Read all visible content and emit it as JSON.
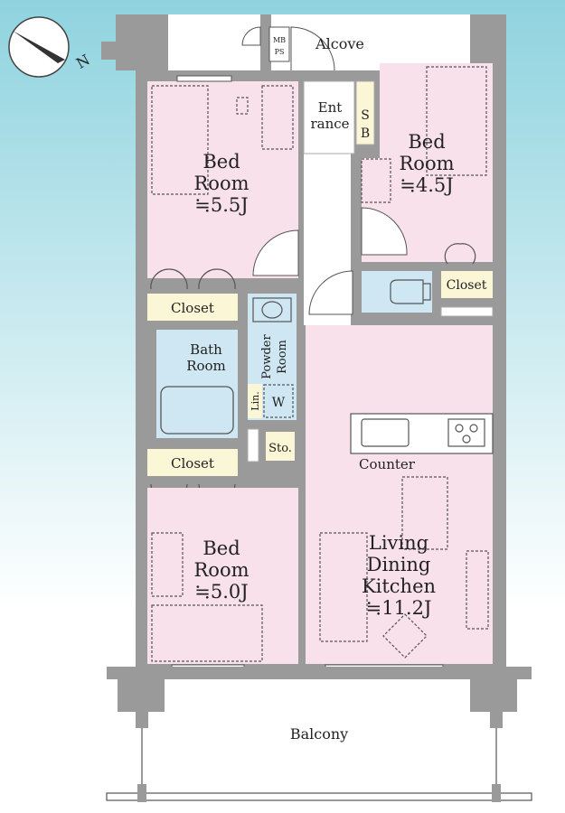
{
  "colors": {
    "background_top": "#8fd3df",
    "background_bottom": "#ffffff",
    "wall": "#9a9a9a",
    "room": "#f9e1ec",
    "wet_area": "#cfe6f3",
    "storage": "#fbf6d5",
    "corridor": "#ffffff"
  },
  "icons": {
    "compass": "north-arrow-icon"
  },
  "compass_letter": "N",
  "rooms": {
    "alcove": "Alcove",
    "mb_ps_1": "MB",
    "mb_ps_2": "PS",
    "entrance_1": "Ent",
    "entrance_2": "rance",
    "sb_1": "S",
    "sb_2": "B",
    "bed1_name_1": "Bed",
    "bed1_name_2": "Room",
    "bed1_size": "≒5.5J",
    "bed2_name_1": "Bed",
    "bed2_name_2": "Room",
    "bed2_size": "≒4.5J",
    "closet_upper_left": "Closet",
    "closet_right": "Closet",
    "closet_lower_left": "Closet",
    "bath_1": "Bath",
    "bath_2": "Room",
    "powder_1": "Powder",
    "powder_2": "Room",
    "linen": "Lin.",
    "washer": "W",
    "storage": "Sto.",
    "counter": "Counter",
    "bed3_name_1": "Bed",
    "bed3_name_2": "Room",
    "bed3_size": "≒5.0J",
    "ldk_1": "Living",
    "ldk_2": "Dining",
    "ldk_3": "Kitchen",
    "ldk_size": "≒11.2J",
    "balcony": "Balcony"
  }
}
